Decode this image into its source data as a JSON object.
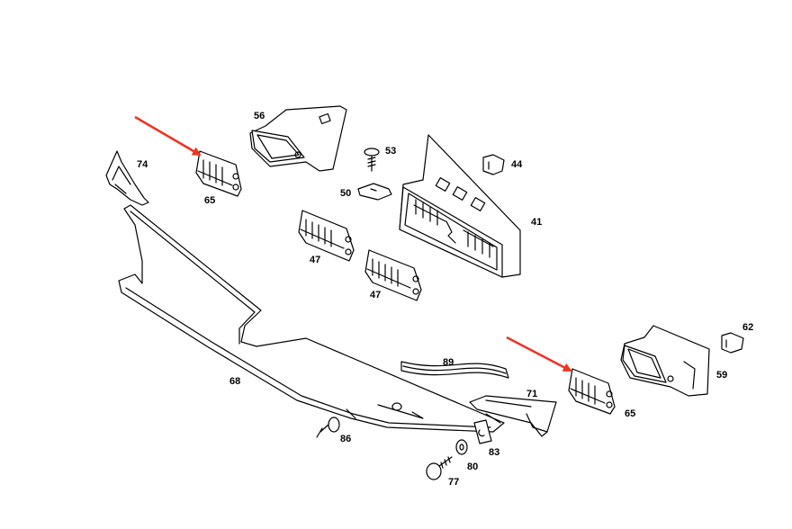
{
  "diagram": {
    "type": "exploded parts diagram",
    "highlight_color": "#ee3322",
    "parts": [
      {
        "id": "p41",
        "label": "41",
        "name": "center air vent housing"
      },
      {
        "id": "p44",
        "label": "44",
        "name": "clip"
      },
      {
        "id": "p47a",
        "label": "47",
        "name": "vent louver insert"
      },
      {
        "id": "p47b",
        "label": "47",
        "name": "vent louver insert"
      },
      {
        "id": "p50",
        "label": "50",
        "name": "speed nut"
      },
      {
        "id": "p53",
        "label": "53",
        "name": "screw"
      },
      {
        "id": "p56",
        "label": "56",
        "name": "left air nozzle"
      },
      {
        "id": "p59",
        "label": "59",
        "name": "right air nozzle"
      },
      {
        "id": "p62",
        "label": "62",
        "name": "clip"
      },
      {
        "id": "p65a",
        "label": "65",
        "name": "side vent louver insert (left)",
        "highlighted": true
      },
      {
        "id": "p65b",
        "label": "65",
        "name": "side vent louver insert (right)",
        "highlighted": true
      },
      {
        "id": "p68",
        "label": "68",
        "name": "dashboard lower trim panel"
      },
      {
        "id": "p71",
        "label": "71",
        "name": "bracket"
      },
      {
        "id": "p74",
        "label": "74",
        "name": "bracket"
      },
      {
        "id": "p77",
        "label": "77",
        "name": "screw"
      },
      {
        "id": "p80",
        "label": "80",
        "name": "washer"
      },
      {
        "id": "p83",
        "label": "83",
        "name": "clip nut"
      },
      {
        "id": "p86",
        "label": "86",
        "name": "expanding rivet"
      },
      {
        "id": "p89",
        "label": "89",
        "name": "seal strip"
      }
    ]
  }
}
